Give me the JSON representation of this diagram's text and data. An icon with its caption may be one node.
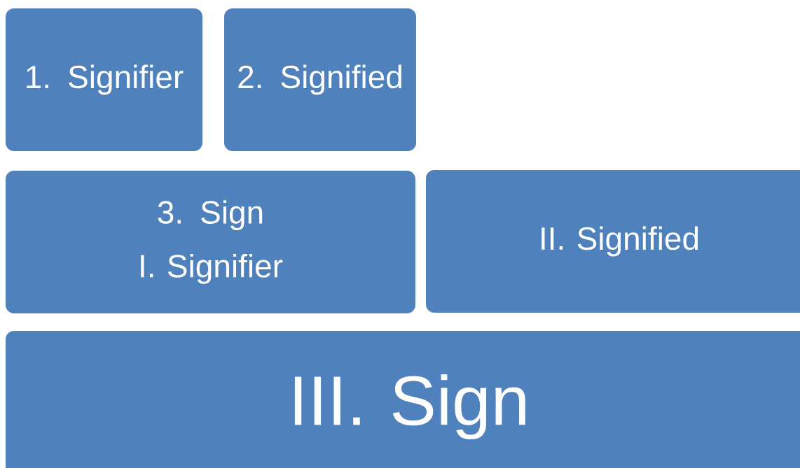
{
  "diagram": {
    "nodes": [
      {
        "text": [
          "1. Signifier"
        ]
      },
      {
        "text": [
          "2. Signified"
        ]
      },
      {
        "text": [
          "3. Sign",
          "I. Signifier"
        ]
      },
      {
        "text": [
          "II. Signified"
        ]
      },
      {
        "text": [
          "III. Sign"
        ]
      }
    ]
  }
}
